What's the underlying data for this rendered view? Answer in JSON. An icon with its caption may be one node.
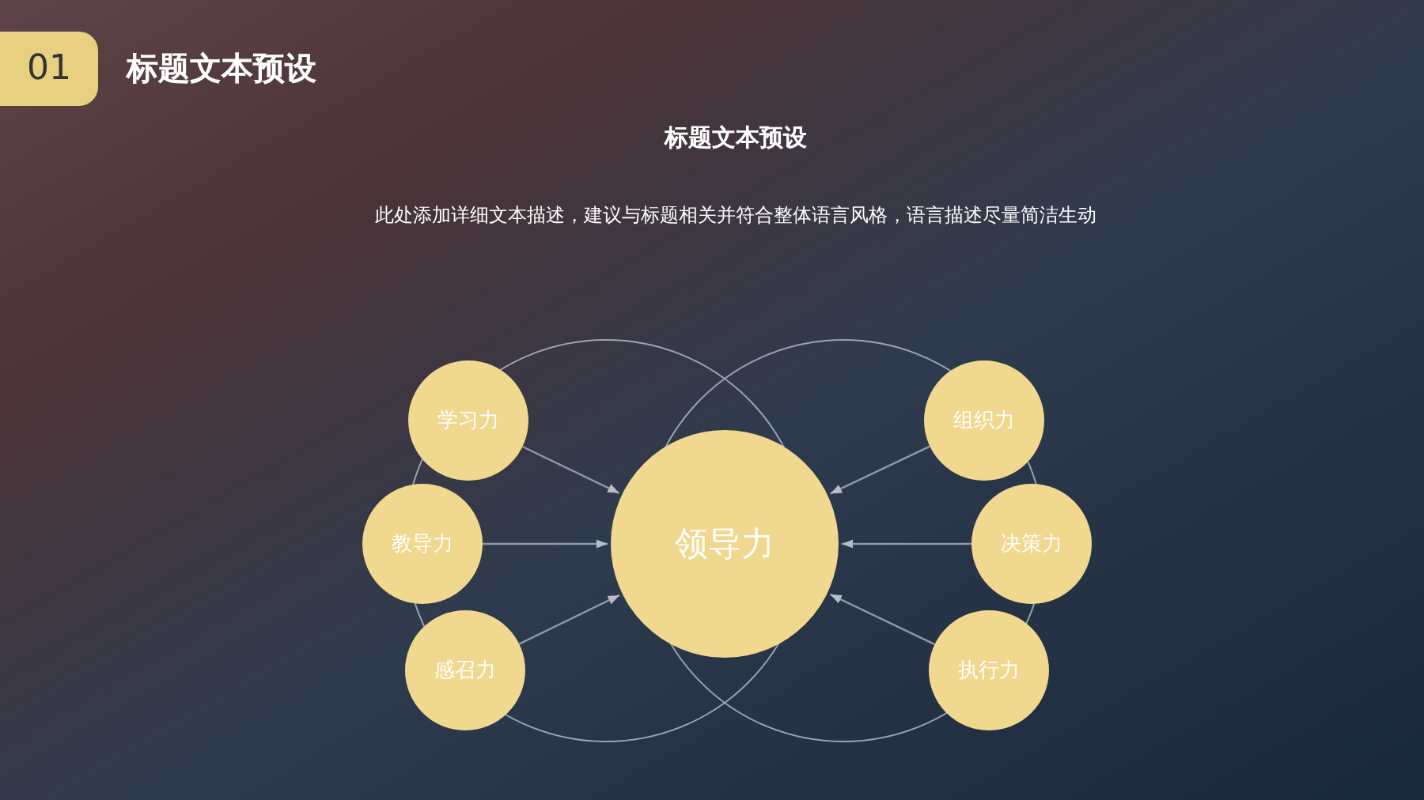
{
  "diagram": {
    "title": "标题文本预设",
    "nodes": [
      {
        "text": [
          "01"
        ]
      },
      {
        "text": [
          "领导力"
        ]
      },
      {
        "text": [
          "学习力"
        ]
      },
      {
        "text": [
          "教导力"
        ]
      },
      {
        "text": [
          "感召力"
        ]
      },
      {
        "text": [
          "组织力"
        ]
      },
      {
        "text": [
          "决策力"
        ]
      },
      {
        "text": [
          "执行力"
        ]
      }
    ],
    "edges": [
      {
        "from": 2,
        "to": 1,
        "arrow": "to"
      },
      {
        "from": 3,
        "to": 1,
        "arrow": "to"
      },
      {
        "from": 4,
        "to": 1,
        "arrow": "to"
      },
      {
        "from": 5,
        "to": 1,
        "arrow": "to"
      },
      {
        "from": 6,
        "to": 1,
        "arrow": "to"
      },
      {
        "from": 7,
        "to": 1,
        "arrow": "to"
      }
    ],
    "labels": [
      "标题文本预设",
      "此处添加详细文本描述，建议与标题相关并符合整体语言风格，语言描述尽量简洁生动"
    ]
  }
}
